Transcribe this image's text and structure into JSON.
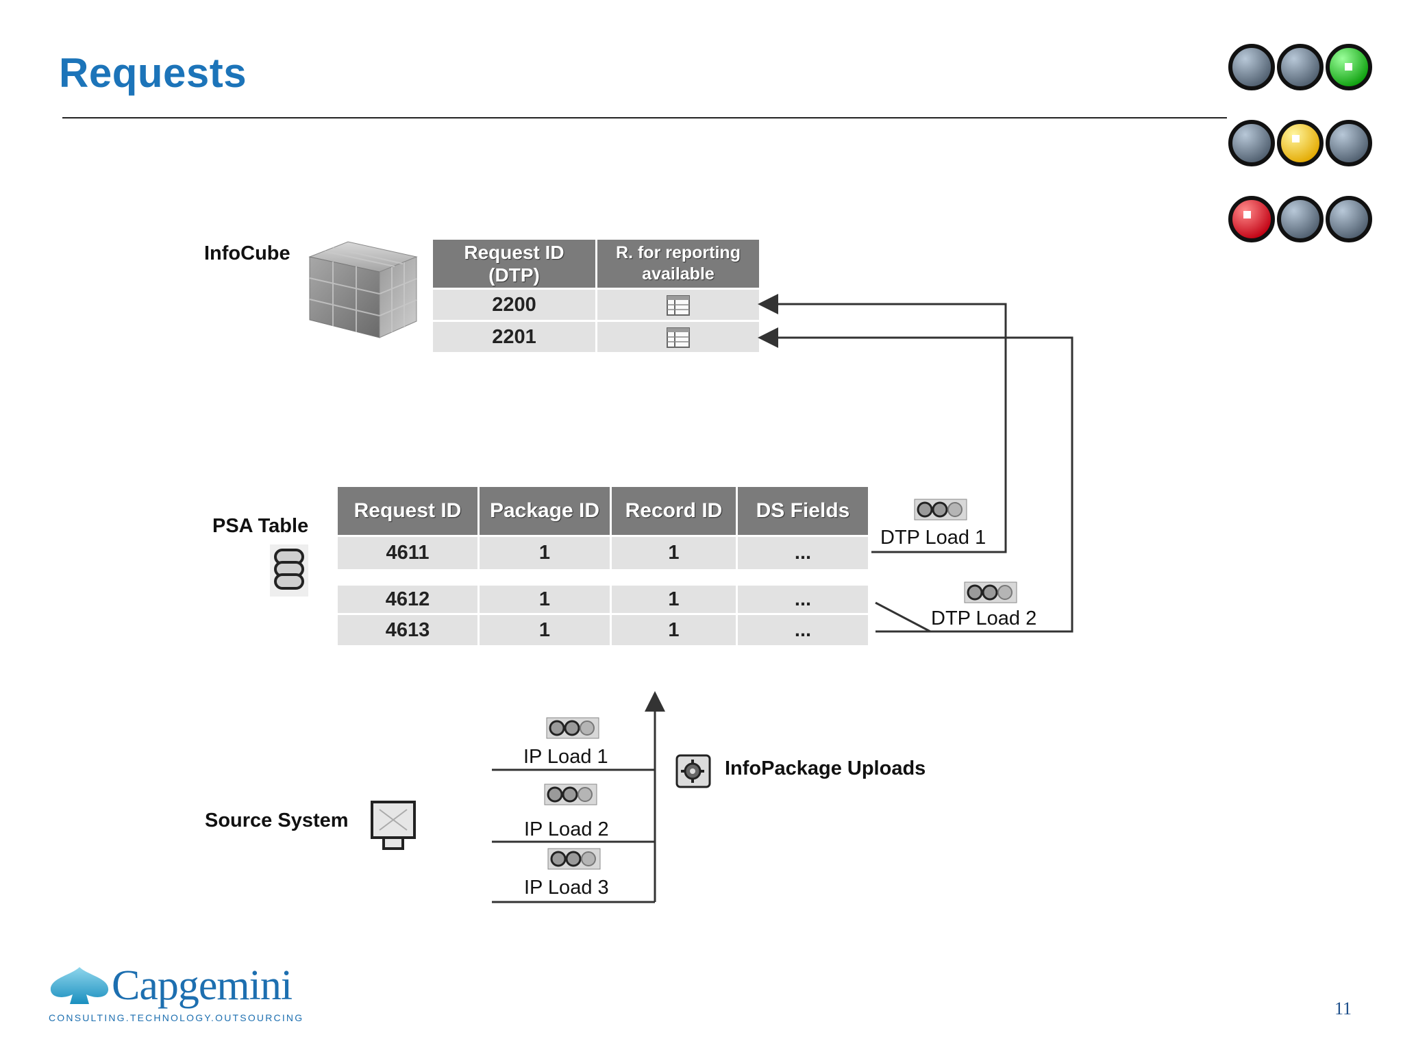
{
  "title": "Requests",
  "page_number": "11",
  "labels": {
    "infocube": "InfoCube",
    "psa_table": "PSA Table",
    "source_system": "Source System",
    "infopackage_uploads": "InfoPackage Uploads"
  },
  "infocube_table": {
    "headers": [
      "Request ID (DTP)",
      "R. for reporting available"
    ],
    "header_lines": [
      [
        "Request ID",
        "(DTP)"
      ],
      [
        "R. for reporting",
        "available"
      ]
    ],
    "rows": [
      {
        "id": "2200",
        "icon": "table-icon"
      },
      {
        "id": "2201",
        "icon": "table-icon"
      }
    ]
  },
  "psa_table": {
    "headers": [
      "Request ID",
      "Package ID",
      "Record ID",
      "DS Fields"
    ],
    "rows": [
      [
        "4611",
        "1",
        "1",
        "..."
      ],
      [
        "4612",
        "1",
        "1",
        "..."
      ],
      [
        "4613",
        "1",
        "1",
        "..."
      ]
    ]
  },
  "dtp_loads": [
    {
      "label": "DTP Load 1",
      "icon": "traffic-light-icon"
    },
    {
      "label": "DTP Load 2",
      "icon": "traffic-light-icon"
    }
  ],
  "ip_loads": [
    {
      "label": "IP Load 1",
      "icon": "traffic-light-icon"
    },
    {
      "label": "IP Load 2",
      "icon": "traffic-light-icon"
    },
    {
      "label": "IP Load 3",
      "icon": "traffic-light-icon"
    }
  ],
  "status_lights": [
    [
      "grey",
      "grey",
      "green"
    ],
    [
      "grey",
      "yellow",
      "grey"
    ],
    [
      "red",
      "grey",
      "grey"
    ]
  ],
  "colors": {
    "title": "#1c74b9",
    "green": "#19c219",
    "yellow": "#f2c200",
    "red": "#e0001a",
    "grey": "#6f7e8e",
    "header_bg": "#7b7b7b",
    "cell_bg": "#e2e2e2"
  },
  "logo": {
    "name": "Capgemini",
    "tagline": "CONSULTING.TECHNOLOGY.OUTSOURCING"
  }
}
